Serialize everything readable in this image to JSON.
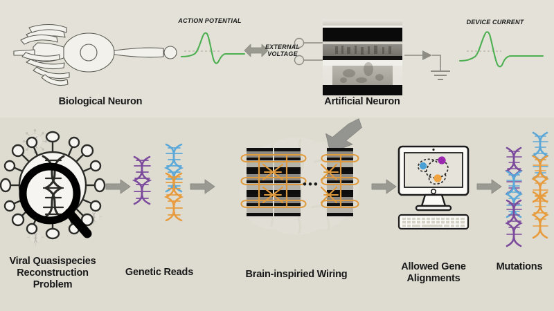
{
  "figure": {
    "background_color": "#e0ded4",
    "top_panel_color": "#e3e1d8",
    "bottom_panel_color": "#dedcd1"
  },
  "colors": {
    "waveform_green": "#4caf50",
    "arrow_grey": "#939393",
    "dna_purple": "#7b4a9c",
    "dna_blue": "#5ba8d8",
    "dna_orange": "#e89b3c",
    "outline_dark": "#5a5a52",
    "text_dark": "#181818",
    "wire_orange": "#e09a3e",
    "node_magenta": "#9c27b0",
    "node_blue": "#4a9fd4",
    "node_orange": "#f0a23c"
  },
  "top_row": {
    "biological_neuron": {
      "caption": "Biological Neuron",
      "icon": "neuron-outline-icon"
    },
    "action_potential": {
      "label": "ACTION POTENTIAL",
      "icon": "waveform-icon"
    },
    "exchange": {
      "label_line1": "EXTERNAL",
      "label_line2": "VOLTAGE",
      "icon": "double-arrow-icon"
    },
    "artificial_neuron": {
      "caption": "Artificial Neuron",
      "icon": "tem-micrograph-icon",
      "terminal_count": 2,
      "ground_symbol": "ground-icon"
    },
    "device_current": {
      "label": "DEVICE CURRENT",
      "icon": "waveform-icon"
    }
  },
  "pipeline": {
    "steps": [
      {
        "id": "viral-quasispecies",
        "caption_lines": [
          "Viral Quasispecies",
          "Reconstruction",
          "Problem"
        ],
        "icon": "virus-magnifier-icon"
      },
      {
        "id": "genetic-reads",
        "caption_lines": [
          "Genetic Reads"
        ],
        "icon": "dna-helices-icon",
        "helix_colors": [
          "#7b4a9c",
          "#5ba8d8",
          "#e89b3c"
        ]
      },
      {
        "id": "brain-inspired-wiring",
        "caption_lines": [
          "Brain-inspiried Wiring"
        ],
        "icon": "crossbar-array-icon",
        "ellipsis": "•••"
      },
      {
        "id": "allowed-gene-alignments",
        "caption_lines": [
          "Allowed Gene",
          "Alignments"
        ],
        "icon": "monitor-graph-icon"
      },
      {
        "id": "mutations",
        "caption_lines": [
          "Mutations"
        ],
        "icon": "dna-helices-icon",
        "helix_colors": [
          "#7b4a9c",
          "#5ba8d8",
          "#e89b3c"
        ]
      }
    ],
    "arrow_icon": "arrow-right-icon",
    "feed_arrow_icon": "arrow-diagonal-down-icon"
  }
}
